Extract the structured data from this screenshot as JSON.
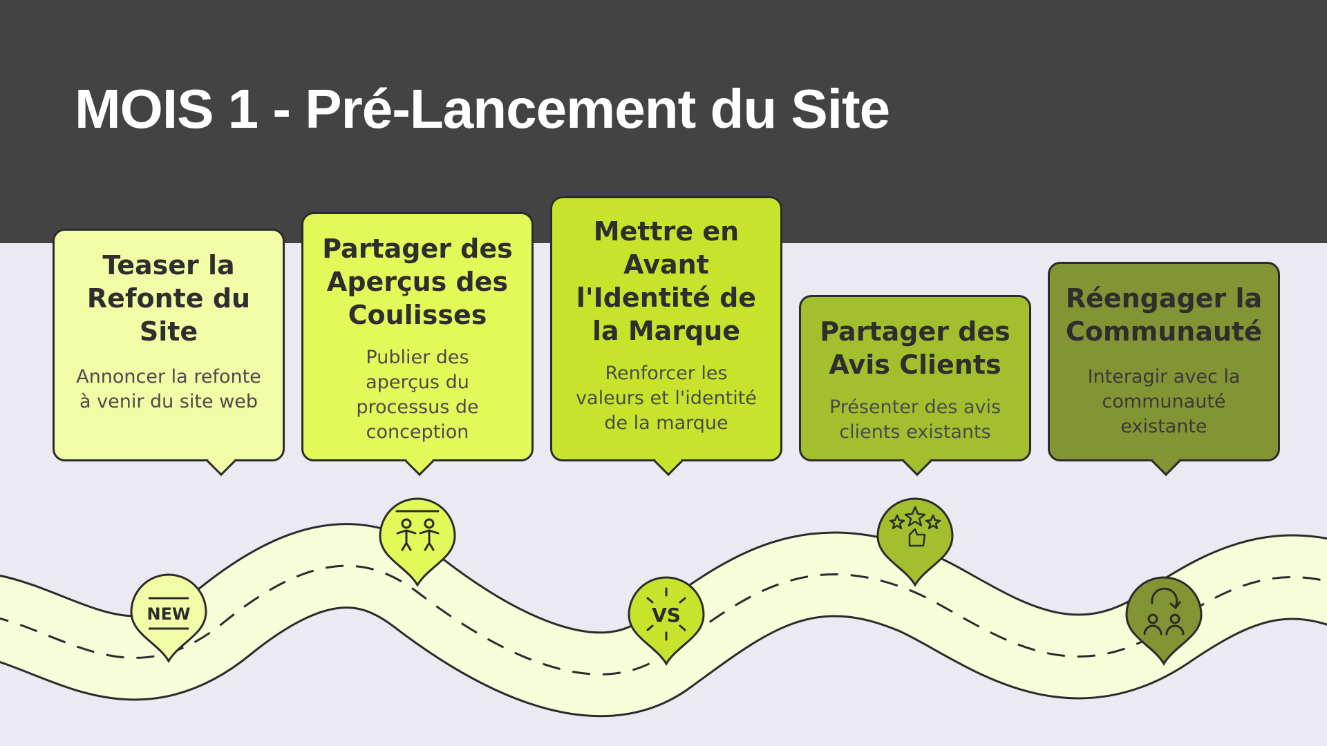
{
  "title": "MOIS 1 - Pré-Lancement du Site",
  "colors": {
    "header_bg": "#434343",
    "page_bg": "#ebe9f2",
    "road": "#f7fcd9",
    "step1": "#f2fca6",
    "step2": "#e3f95a",
    "step3": "#c8e32b",
    "step4": "#a3bf2e",
    "step5": "#829433"
  },
  "steps": [
    {
      "title": "Teaser la Refonte du Site",
      "description": "Annoncer la refonte à venir du site web",
      "icon": "new-badge-icon",
      "icon_text": "NEW"
    },
    {
      "title": "Partager des Aperçus des Coulisses",
      "description": "Publier des aperçus du processus de conception",
      "icon": "behind-scenes-people-icon"
    },
    {
      "title": "Mettre en Avant l'Identité de la Marque",
      "description": "Renforcer les valeurs et l'identité de la marque",
      "icon": "versus-icon",
      "icon_text": "VS"
    },
    {
      "title": "Partager des Avis Clients",
      "description": "Présenter des avis clients existants",
      "icon": "stars-rating-icon"
    },
    {
      "title": "Réengager la Communauté",
      "description": "Interagir avec la communauté existante",
      "icon": "community-refresh-icon"
    }
  ]
}
